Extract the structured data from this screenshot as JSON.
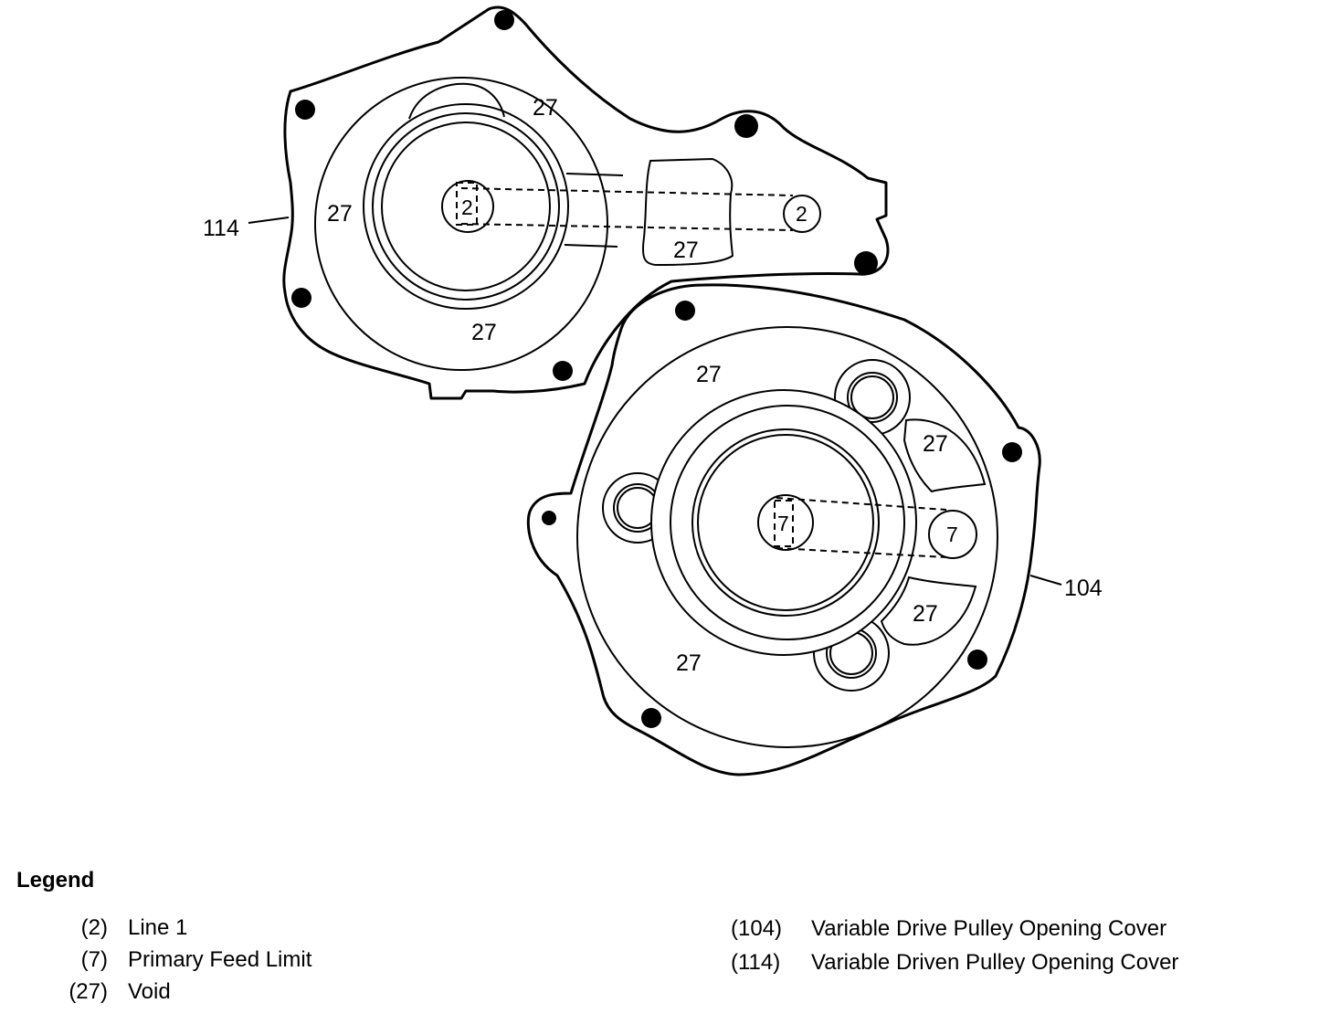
{
  "diagram": {
    "upper_cover": {
      "callout": "114",
      "void_labels": [
        "27",
        "27",
        "27",
        "27"
      ],
      "line_circle_labels": [
        "2",
        "2"
      ]
    },
    "lower_cover": {
      "callout": "104",
      "void_labels": [
        "27",
        "27",
        "27",
        "27"
      ],
      "feed_circle_labels": [
        "7",
        "7"
      ]
    }
  },
  "legend": {
    "title": "Legend",
    "items_left": [
      {
        "code": "(2)",
        "text": "Line 1"
      },
      {
        "code": "(7)",
        "text": "Primary Feed Limit"
      },
      {
        "code": "(27)",
        "text": "Void"
      }
    ],
    "items_right": [
      {
        "code": "(104)",
        "text": "Variable Drive Pulley Opening Cover"
      },
      {
        "code": "(114)",
        "text": "Variable Driven Pulley Opening Cover"
      }
    ]
  }
}
